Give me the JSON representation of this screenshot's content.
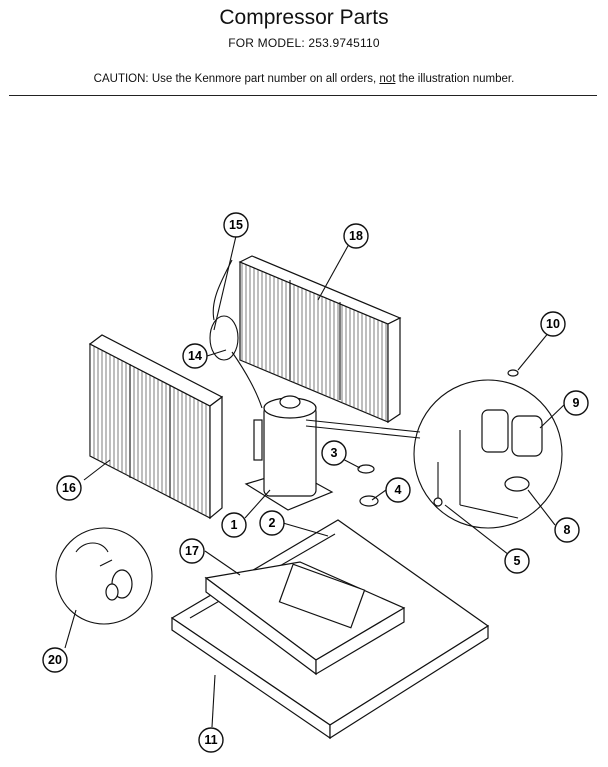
{
  "header": {
    "title": "Compressor Parts",
    "model_label": "FOR MODEL:",
    "model_number": "253.9745110",
    "caution_prefix": "CAUTION:",
    "caution_text_1": "Use the Kenmore part number on all orders,",
    "caution_not": "not",
    "caution_text_2": "the illustration number."
  },
  "callouts": [
    "1",
    "2",
    "3",
    "4",
    "5",
    "8",
    "9",
    "10",
    "11",
    "14",
    "15",
    "16",
    "17",
    "18",
    "20"
  ]
}
